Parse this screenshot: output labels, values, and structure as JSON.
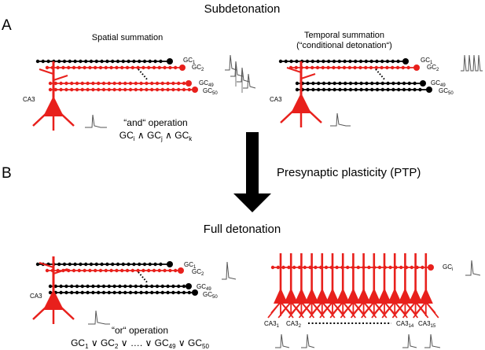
{
  "headings": {
    "subdetonation": "Subdetonation",
    "presynaptic_plasticity": "Presynaptic plasticity (PTP)",
    "full_detonation": "Full detonation"
  },
  "panels": {
    "a": "A",
    "b": "B"
  },
  "sections": {
    "spatial": "Spatial summation",
    "temporal_line1": "Temporal summation",
    "temporal_line2": "(“conditional detonation“)"
  },
  "operations": {
    "and_title": "“and“ operation",
    "and_expr": "GCi ∧ GCj ∧ GCk",
    "or_title": "“or“ operation",
    "or_expr": "GC1 ∨ GC2 ∨ …. ∨ GC49 ∨ GC50"
  },
  "fiber_labels": {
    "gc1": "GC1",
    "gc2": "GC2",
    "gc49": "GC49",
    "gc50": "GC50",
    "gci": "GCi"
  },
  "cell_labels": {
    "ca3": "CA3",
    "ca3_1": "CA31",
    "ca3_2": "CA32",
    "ca3_14": "CA314",
    "ca3_15": "CA315"
  },
  "colors": {
    "red": "#e8201c",
    "black": "#000000",
    "trace": "#555555"
  }
}
